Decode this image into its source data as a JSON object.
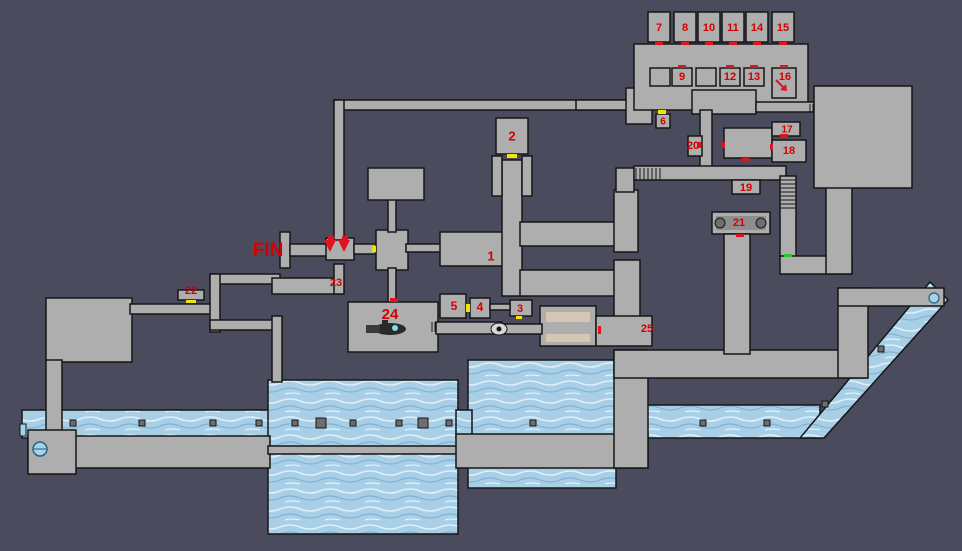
{
  "map": {
    "colors": {
      "background": "#4b4b5e",
      "floor": "#aeaeae",
      "outline": "#161616",
      "water": "#a9cfe6",
      "door_red": "#e0141e",
      "door_yellow": "#f2e600",
      "door_green": "#22cc22",
      "label": "#d40000"
    },
    "rooms": {
      "r1": "1",
      "r2": "2",
      "r3": "3",
      "r4": "4",
      "r5": "5",
      "r6": "6",
      "r7": "7",
      "r8": "8",
      "r9": "9",
      "r10": "10",
      "r11": "11",
      "r12": "12",
      "r13": "13",
      "r14": "14",
      "r15": "15",
      "r16": "16",
      "r17": "17",
      "r18": "18",
      "r19": "19",
      "r20": "20",
      "r21": "21",
      "r22": "22",
      "r23": "23",
      "r24": "24",
      "r25": "25"
    },
    "exit_label": "FIN",
    "icons": [
      "save-point-icon",
      "submarine-icon",
      "exit-arrow-icon",
      "door-icon"
    ]
  }
}
